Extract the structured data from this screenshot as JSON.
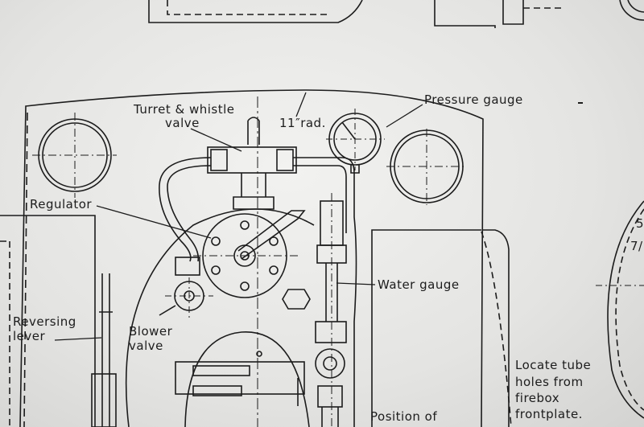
{
  "labels": {
    "turret_valve": [
      "Turret & whistle",
      "valve"
    ],
    "radius": "11″rad.",
    "pressure_gauge": "Pressure gauge",
    "regulator": "Regulator",
    "water_gauge": "Water gauge",
    "reversing_lever": [
      "Reversing",
      "lever"
    ],
    "blower_valve": [
      "Blower",
      "valve"
    ],
    "locate_tube": [
      "Locate tube",
      "holes from",
      "firebox",
      "frontplate."
    ],
    "position_of": "Position of",
    "edge_numbers": [
      "5",
      "7/"
    ]
  },
  "colors": {
    "ink": "#1c1c1c",
    "paper": "#eeeeec"
  }
}
